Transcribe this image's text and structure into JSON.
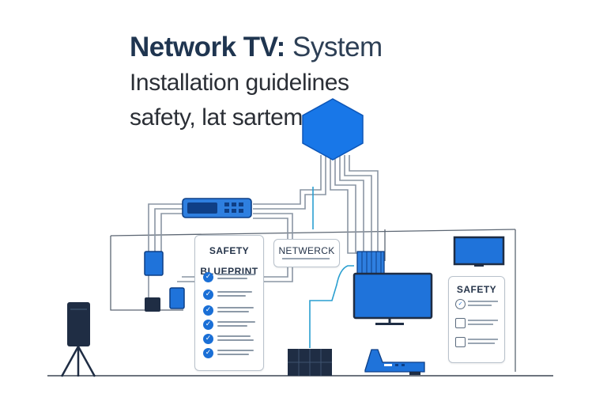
{
  "header": {
    "title_bold": "Network TV:",
    "title_light": "System",
    "subtitle_line1": "Installation guidelines",
    "subtitle_line2": "safety, lat sartem"
  },
  "cards": {
    "blueprint_title_line1": "SAFETY",
    "blueprint_title_line2": "BLUEPRINT",
    "network_title": "NETWERCK",
    "safety_title": "SAFETY"
  },
  "checkmark_glyph": "✓",
  "colors": {
    "accent_blue": "#1a6fd6",
    "hub_blue": "#1877e8",
    "navy": "#1f3550",
    "wire_gray": "#8a95a3",
    "cable_cyan": "#2a9fd0"
  }
}
